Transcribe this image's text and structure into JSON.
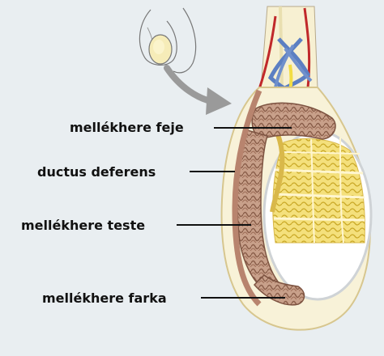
{
  "diagram": {
    "labels": {
      "head": "mellékhere feje",
      "vas_deferens": "ductus deferens",
      "body": "mellékhere teste",
      "tail": "mellékhere farka"
    },
    "colors": {
      "background": "#e9eef1",
      "epididymis": "#c49a82",
      "epididymis_tubule": "#8a5e4a",
      "testis_tubules": "#f2dd6a",
      "tunica": "#f7f0d2",
      "artery": "#c0282a",
      "vein": "#5c7fc2",
      "pointer_arrow": "#9a9a9a"
    }
  }
}
